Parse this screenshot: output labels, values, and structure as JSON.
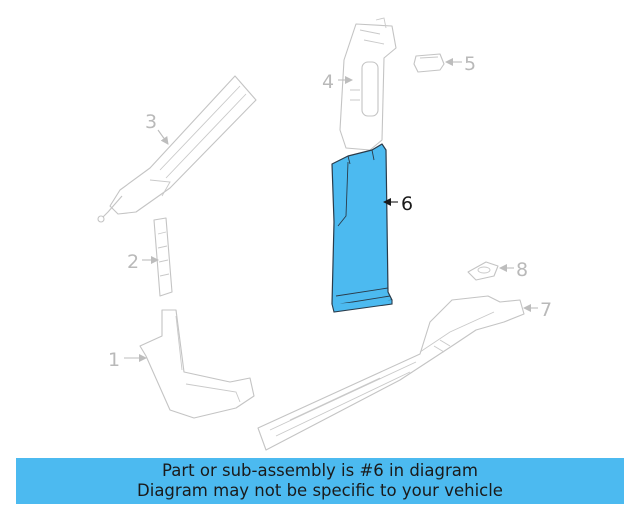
{
  "callouts": [
    {
      "number": "1",
      "highlighted": false
    },
    {
      "number": "2",
      "highlighted": false
    },
    {
      "number": "3",
      "highlighted": false
    },
    {
      "number": "4",
      "highlighted": false
    },
    {
      "number": "5",
      "highlighted": false
    },
    {
      "number": "6",
      "highlighted": true
    },
    {
      "number": "7",
      "highlighted": false
    },
    {
      "number": "8",
      "highlighted": false
    }
  ],
  "colors": {
    "highlight_part": "#4cbaf0",
    "banner": "#4cbaf0",
    "outline_gray": "#c4c4c4",
    "text_dark": "#1a1a1a"
  },
  "banner": {
    "line1": "Part or sub-assembly is #6 in diagram",
    "line2": "Diagram may not be specific to your vehicle"
  }
}
